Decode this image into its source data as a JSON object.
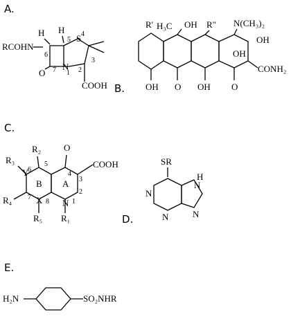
{
  "options": [
    {
      "letter": "A.",
      "label": "A."
    },
    {
      "letter": "B.",
      "label": "B."
    },
    {
      "letter": "C.",
      "label": "C."
    },
    {
      "letter": "D.",
      "label": "D."
    },
    {
      "letter": "E.",
      "label": "E."
    }
  ],
  "molA": {
    "sub": "RCOHN",
    "h1": "H",
    "h2": "H",
    "s": "S",
    "n": "N",
    "o": "O",
    "cooh": "COOH",
    "n6": "6",
    "n5": "5",
    "n4": "4",
    "n7": "7",
    "n1": "1",
    "n2": "2",
    "n3": "3"
  },
  "molB": {
    "r1": "R'",
    "h3c": "H₃C",
    "oh1": "OH",
    "r2": "R\"",
    "nme2": "N(CH₃)₂",
    "oh2": "OH",
    "oh3": "OH",
    "conh2": "CONH₂",
    "oh4": "OH",
    "o1": "O",
    "oh5": "OH",
    "o2": "O"
  },
  "molC": {
    "r2": "R₂",
    "o": "O",
    "cooh": "COOH",
    "r3": "R₃",
    "y": "Y",
    "ringB": "B",
    "ringA": "A",
    "r4": "R₄",
    "x": "X",
    "n": "N",
    "r5": "R₅",
    "r1": "R₁",
    "n6": "6",
    "n5": "5",
    "n4": "4",
    "n3": "3",
    "n2": "2",
    "n7": "7",
    "n8": "8",
    "n1": "1"
  },
  "molD": {
    "sr": "SR",
    "h": "H",
    "n1": "N",
    "n2": "N",
    "n3": "N",
    "n4": "N"
  },
  "molE": {
    "h2n": "H₂N",
    "so2nhr": "SO₂NHR"
  }
}
